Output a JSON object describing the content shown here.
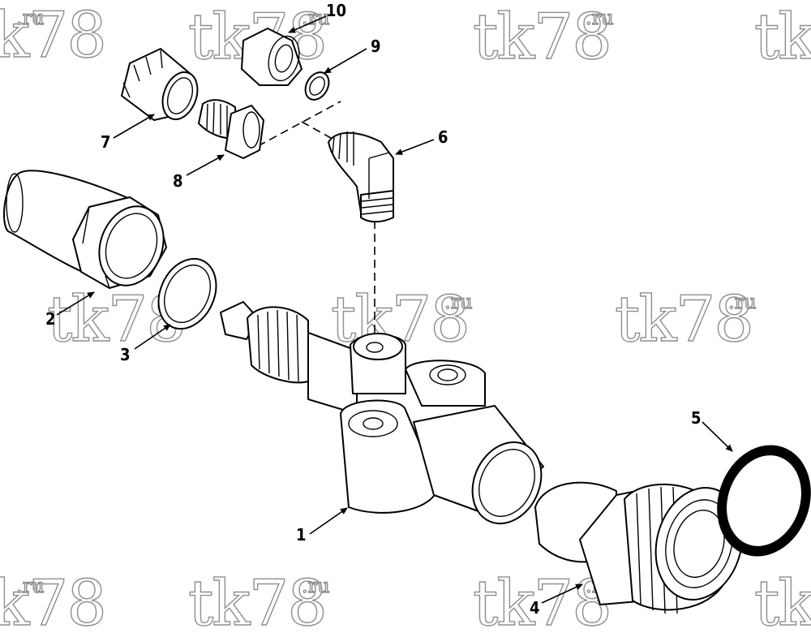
{
  "watermark": {
    "main": "tk78",
    "suffix": ".ru"
  },
  "callouts": [
    {
      "id": "1",
      "label": "1"
    },
    {
      "id": "2",
      "label": "2"
    },
    {
      "id": "3",
      "label": "3"
    },
    {
      "id": "4",
      "label": "4"
    },
    {
      "id": "5",
      "label": "5"
    },
    {
      "id": "6",
      "label": "6"
    },
    {
      "id": "7",
      "label": "7"
    },
    {
      "id": "8",
      "label": "8"
    },
    {
      "id": "9",
      "label": "9"
    },
    {
      "id": "10",
      "label": "10"
    }
  ],
  "colors": {
    "line": "#000000",
    "watermark": "#8f8f8f",
    "background": "#ffffff"
  }
}
